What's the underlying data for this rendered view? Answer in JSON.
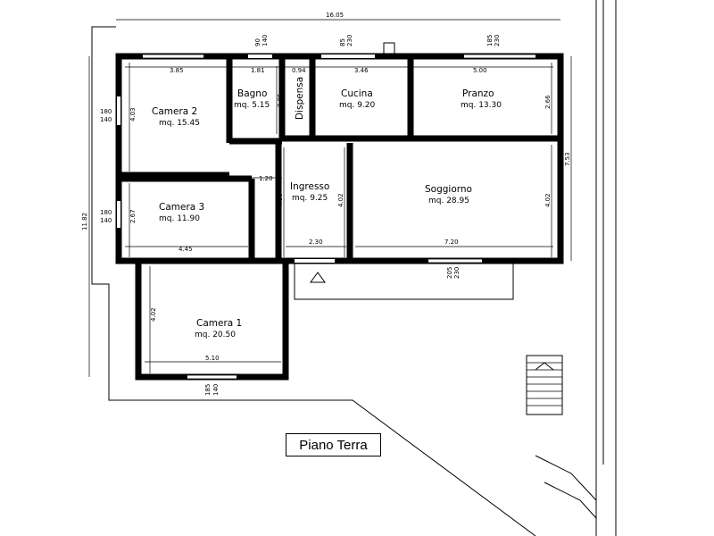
{
  "plan": {
    "title": "Piano Terra",
    "rooms": [
      {
        "name": "Camera 2",
        "area": "mq. 15.45"
      },
      {
        "name": "Bagno",
        "area": "mq. 5.15"
      },
      {
        "name": "Dispensa",
        "area": ""
      },
      {
        "name": "Cucina",
        "area": "mq. 9.20"
      },
      {
        "name": "Pranzo",
        "area": "mq. 13.30"
      },
      {
        "name": "Camera 3",
        "area": "mq. 11.90"
      },
      {
        "name": "Ingresso",
        "area": "mq. 9.25"
      },
      {
        "name": "Soggiorno",
        "area": "mq. 28.95"
      },
      {
        "name": "Camera 1",
        "area": "mq. 20.50"
      }
    ],
    "dimensions": {
      "total_width": "16.05",
      "total_height": "11.82",
      "right_height": "7.53",
      "w_camera2": "3.85",
      "w_bagno": "1.81",
      "w_dispensa": "0.94",
      "w_cucina": "3.46",
      "w_pranzo": "5.00",
      "h_camera2": "4.03",
      "h_bagno": "2.85",
      "h_pranzo": "2.66",
      "corridor": "1.20",
      "h_camera3": "2.67",
      "w_camera3": "4.45",
      "h_ingresso": "4.00",
      "h_ingresso_r": "4.02",
      "w_ingresso": "2.30",
      "w_soggiorno": "7.20",
      "h_soggiorno": "4.02",
      "h_camera1": "4.02",
      "w_camera1": "5.10",
      "win_a_top": "90",
      "win_a_bot": "140",
      "win_b_top": "85",
      "win_b_bot": "230",
      "win_c_top": "185",
      "win_c_bot": "230",
      "win_d_top": "180",
      "win_d_bot": "140",
      "win_e_top": "180",
      "win_e_bot": "140",
      "win_f_top": "205",
      "win_f_bot": "230",
      "win_g_top": "185",
      "win_g_bot": "140"
    }
  }
}
